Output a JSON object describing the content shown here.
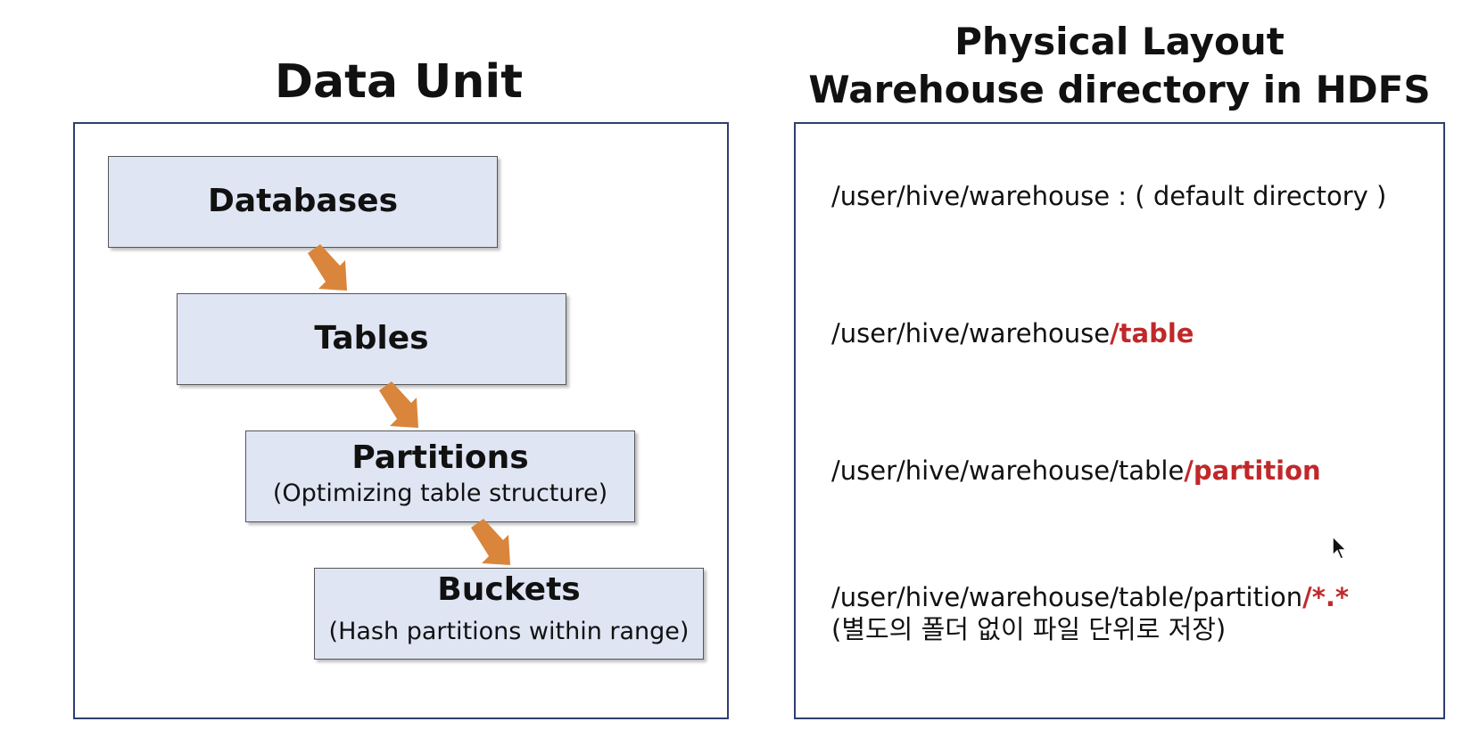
{
  "left": {
    "title": "Data Unit",
    "units": [
      {
        "title": "Databases",
        "subtitle": ""
      },
      {
        "title": "Tables",
        "subtitle": ""
      },
      {
        "title": "Partitions",
        "subtitle": "(Optimizing table structure)"
      },
      {
        "title": "Buckets",
        "subtitle": "(Hash partitions within range)"
      }
    ],
    "arrow_icon": "down-right-arrow-icon"
  },
  "right": {
    "title_line1": "Physical Layout",
    "title_line2": "Warehouse directory in HDFS",
    "paths": [
      {
        "base": "/user/hive/warehouse : ( default directory )",
        "highlight": ""
      },
      {
        "base": "/user/hive/warehouse",
        "highlight": "/table"
      },
      {
        "base": "/user/hive/warehouse/table",
        "highlight": "/partition"
      },
      {
        "base": "/user/hive/warehouse/table/partition",
        "highlight": "/*.*",
        "note": "(별도의 폴더 없이 파일 단위로 저장)"
      }
    ]
  },
  "colors": {
    "panel_border": "#2e3f6e",
    "box_fill": "#dfe5f3",
    "arrow": "#d9853b",
    "highlight": "#c0282a"
  }
}
